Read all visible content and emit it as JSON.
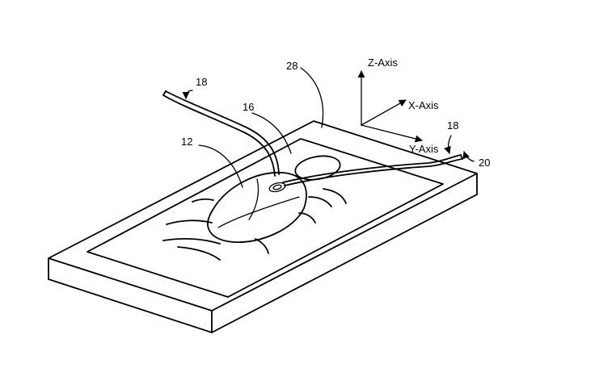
{
  "labels": {
    "ref_12": "12",
    "ref_16": "16",
    "ref_18_left": "18",
    "ref_18_right": "18",
    "ref_20": "20",
    "ref_28": "28"
  },
  "axes": {
    "z": "Z-Axis",
    "x": "X-Axis",
    "y": "Y-Axis"
  }
}
